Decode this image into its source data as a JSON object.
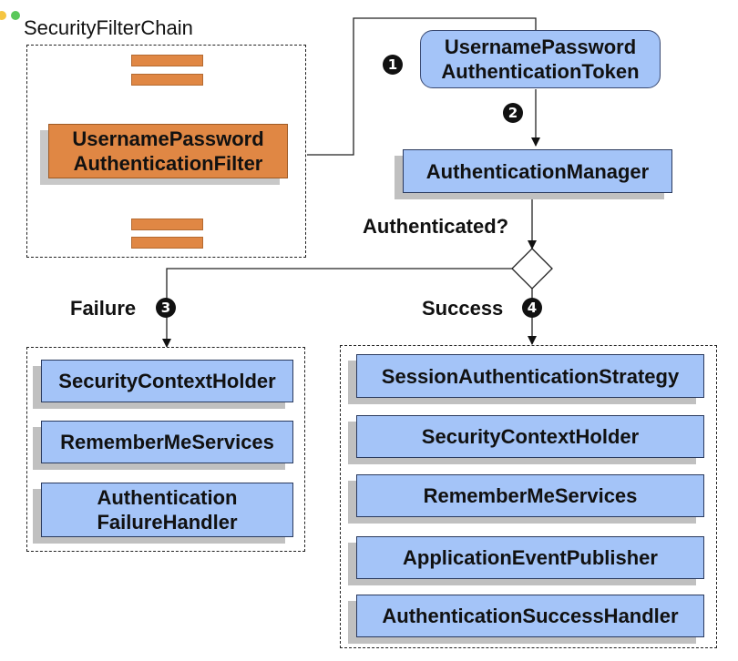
{
  "chain": {
    "title": "SecurityFilterChain"
  },
  "filter": {
    "line1": "UsernamePassword",
    "line2": "AuthenticationFilter"
  },
  "token": {
    "line1": "UsernamePassword",
    "line2": "AuthenticationToken"
  },
  "manager": {
    "label": "AuthenticationManager"
  },
  "decision": {
    "label": "Authenticated?"
  },
  "failure": {
    "label": "Failure",
    "items": [
      {
        "label": "SecurityContextHolder"
      },
      {
        "label": "RememberMeServices"
      },
      {
        "line1": "Authentication",
        "line2": "FailureHandler"
      }
    ]
  },
  "success": {
    "label": "Success",
    "items": [
      {
        "label": "SessionAuthenticationStrategy"
      },
      {
        "label": "SecurityContextHolder"
      },
      {
        "label": "RememberMeServices"
      },
      {
        "label": "ApplicationEventPublisher"
      },
      {
        "label": "AuthenticationSuccessHandler"
      }
    ]
  },
  "steps": [
    "1",
    "2",
    "3",
    "4"
  ],
  "colors": {
    "filter": "#e08744",
    "component": "#a4c4f8",
    "shadow": "#c0c0c0",
    "badge": "#111111",
    "window_dot_yellow": "#f5c542",
    "window_dot_green": "#5ac85a"
  }
}
